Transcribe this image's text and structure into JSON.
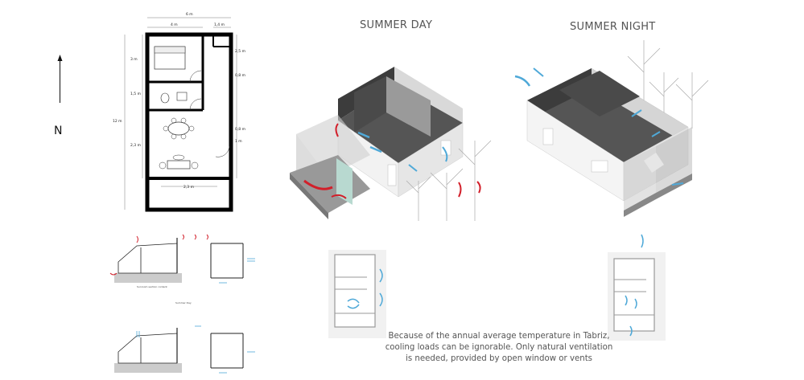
{
  "north_label": "N",
  "titles": {
    "summer_day": "SUMMER DAY",
    "summer_night": "SUMMER NIGHT"
  },
  "caption_lines": [
    "Because of the annual average temperature in Tabriz,",
    "cooling loads can be ignorable. Only natural ventilation",
    "is needed, provided by open window or vents"
  ],
  "floor_plan": {
    "width_total": "6 m",
    "width_left": "4 m",
    "width_right": "1,4 m",
    "height_total": "12 m",
    "left_dims": [
      "3 m",
      "1,5 m",
      "2,3 m"
    ],
    "right_dims": [
      "2,5 m",
      "0,8 m",
      "0,8 m",
      "1 m"
    ],
    "bottom_dim": "2,3 m"
  },
  "section_labels": {
    "summer_day_small": "Summer Day",
    "section_note": "Sunroom section content"
  },
  "colors": {
    "warm_arrow": "#d21f2a",
    "cool_arrow": "#4fa9d8",
    "wall": "#000000",
    "interior_dark": "#3c3c3c"
  }
}
